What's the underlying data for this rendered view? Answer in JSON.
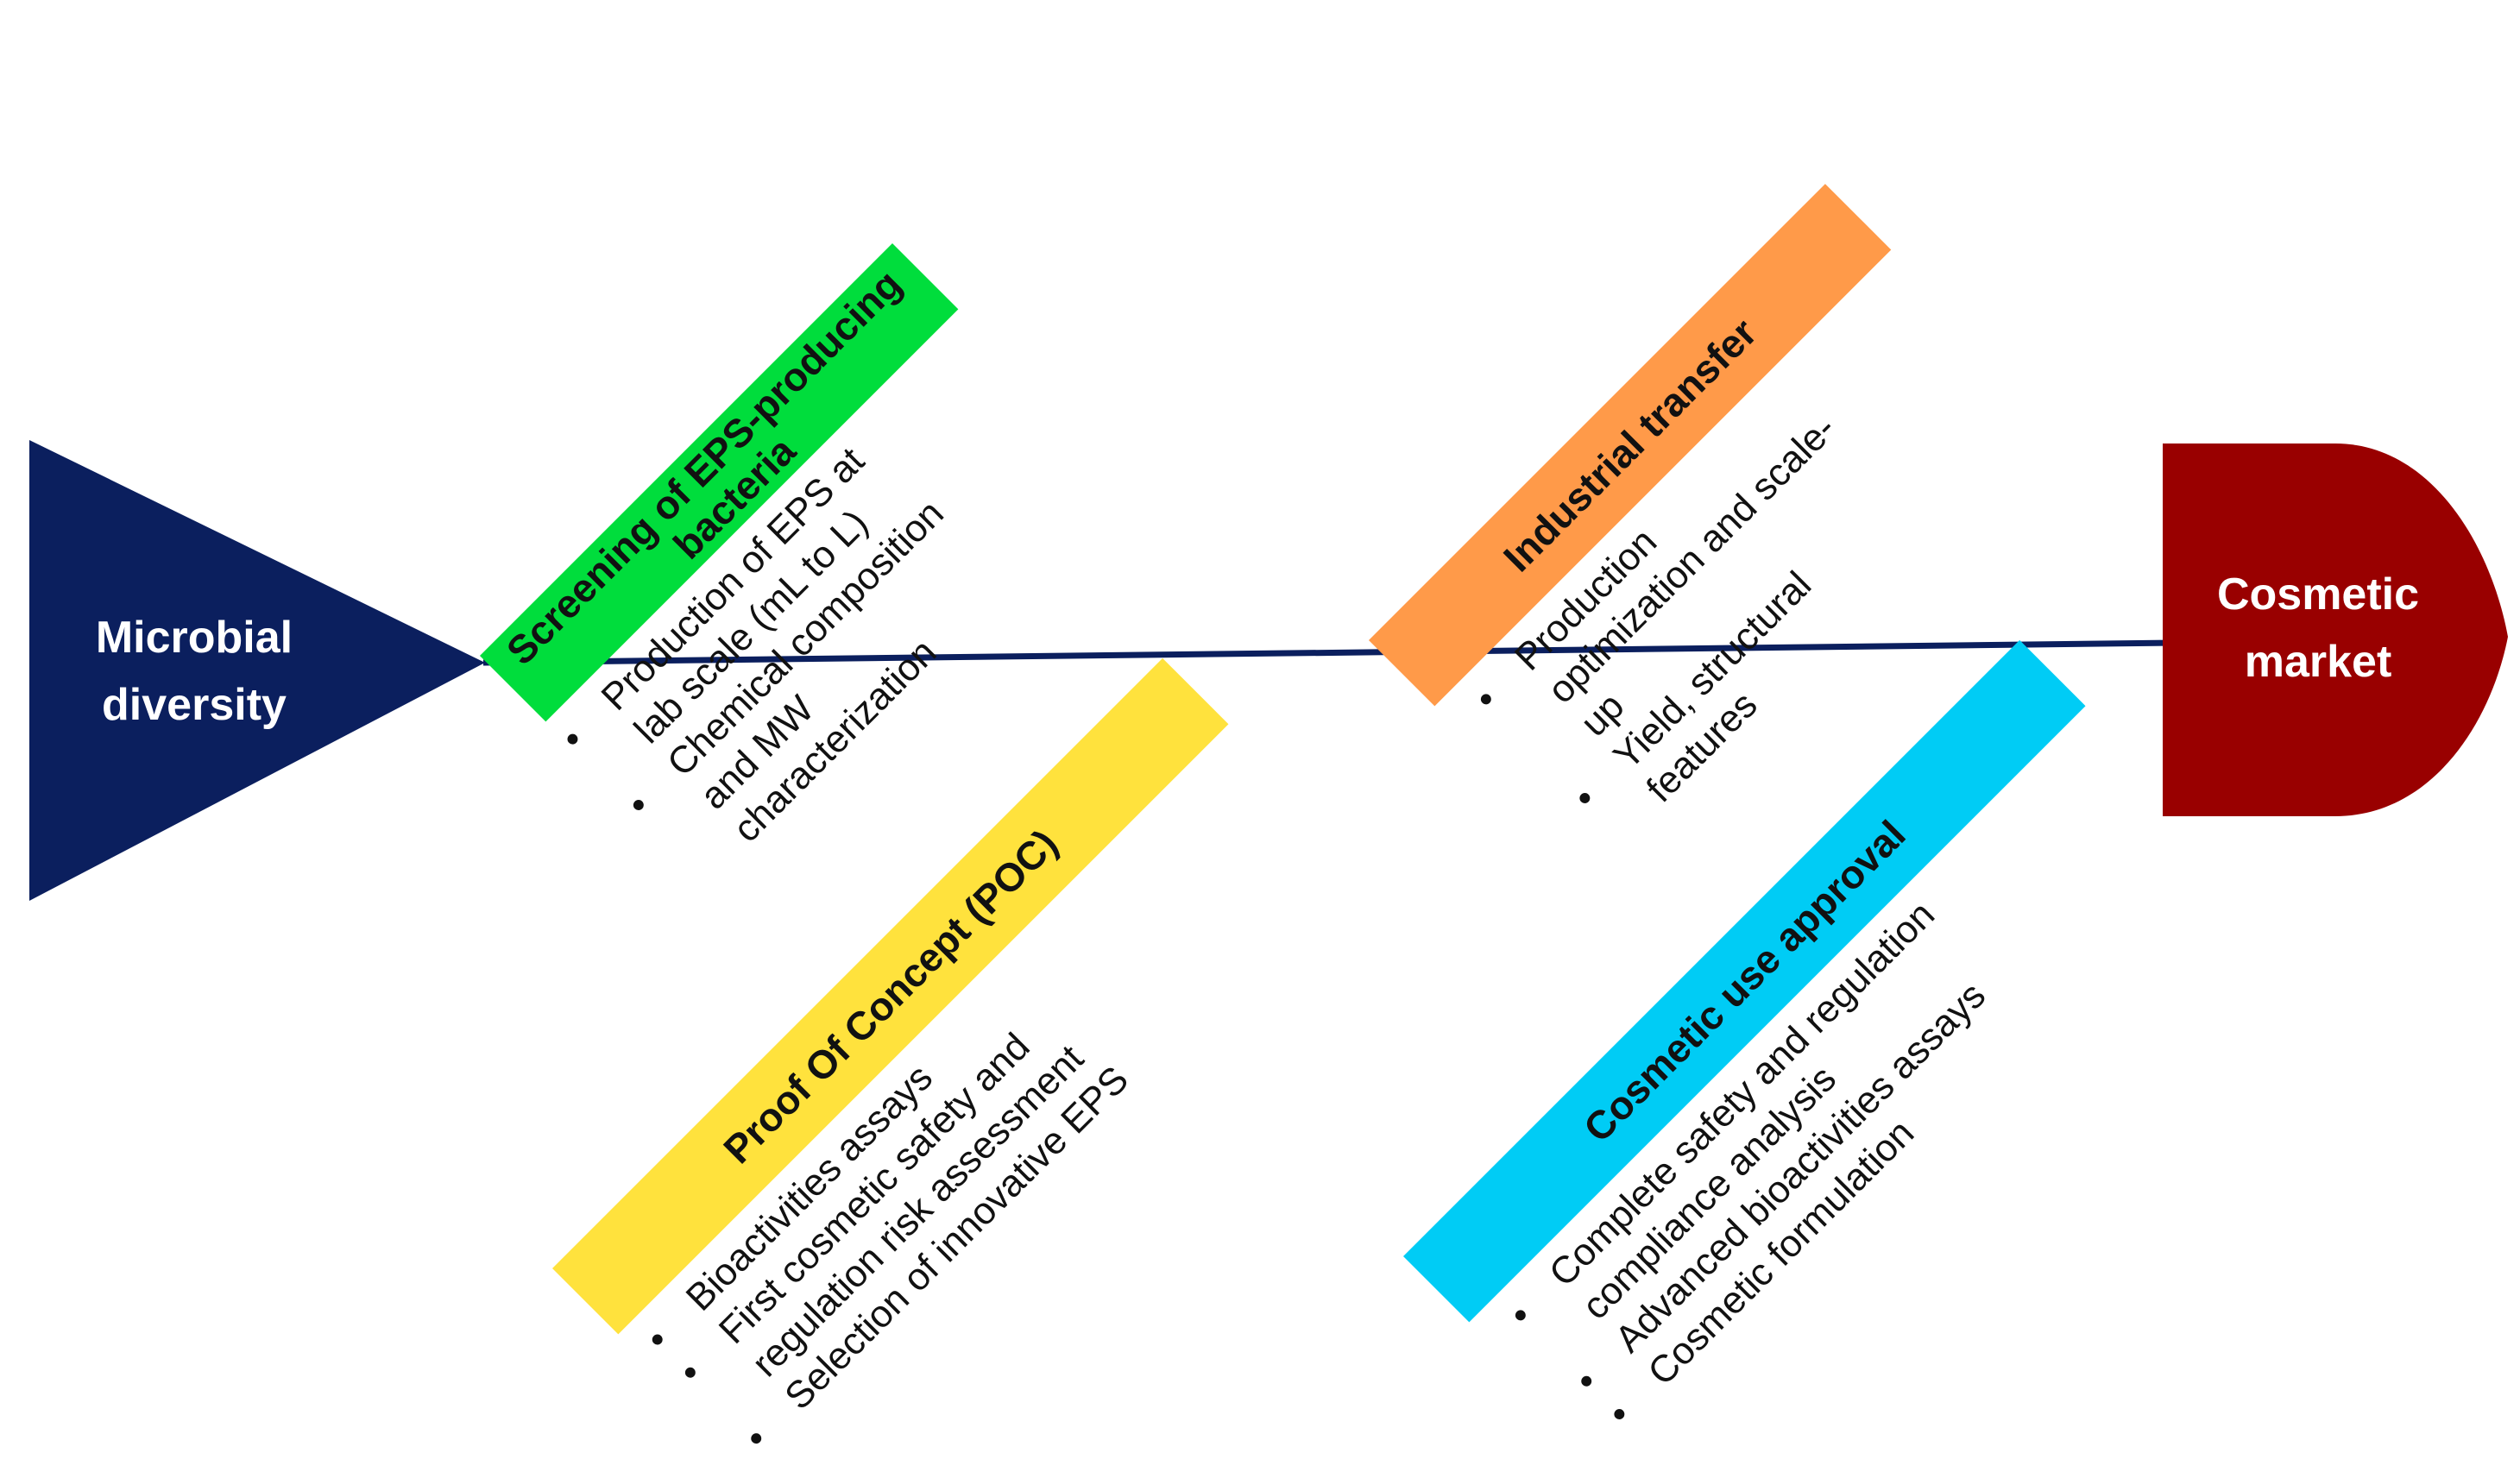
{
  "colors": {
    "start_fill": "#0b1f5e",
    "end_fill": "#990000",
    "spine": "#0b1f5e",
    "screening": "#00dd3c",
    "industrial": "#ff9a49",
    "poc": "#ffe23d",
    "approval": "#00ccf5"
  },
  "start": {
    "line1": "Microbial",
    "line2": "diversity"
  },
  "end": {
    "line1": "Cosmetic",
    "line2": "market"
  },
  "bones": {
    "screening": {
      "title1": "Screening of EPS-producing",
      "title2": "bacteria",
      "items": [
        "Production of EPS at lab scale (mL to L)",
        "Chemical composition and MW characterization"
      ]
    },
    "industrial": {
      "title": "Industrial transfer",
      "items": [
        "Production optimization and scale-up",
        "Yield, structural features"
      ]
    },
    "poc": {
      "title": "Proof Of Concept (POC)",
      "items": [
        "Bioactivities assays",
        "First cosmetic safety and regulation risk assessment",
        "Selection of innovative EPS"
      ]
    },
    "approval": {
      "title": "Cosmetic use approval",
      "items": [
        "Complete safety and regulation compliance analysis",
        "Advanced bioactivities assays",
        "Cosmetic formulation"
      ]
    }
  }
}
